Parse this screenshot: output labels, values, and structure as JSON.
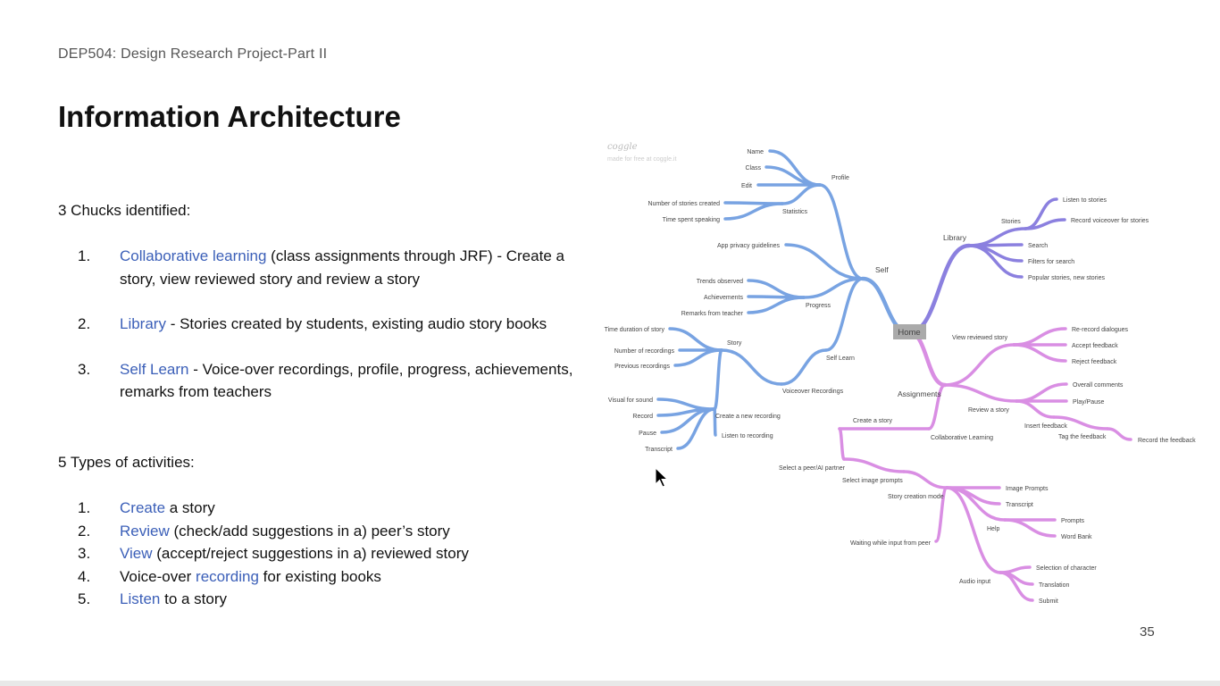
{
  "header": {
    "course": "DEP504: Design Research Project-Part II",
    "title": "Information Architecture"
  },
  "chunks": {
    "heading": "3 Chucks identified:",
    "items": [
      {
        "num": "1.",
        "highlight": "Collaborative learning",
        "rest": " (class assignments through JRF) - Create a story, view reviewed story and review a story"
      },
      {
        "num": "2.",
        "highlight": "Library",
        "rest": " - Stories created by students, existing audio story books"
      },
      {
        "num": "3.",
        "highlight": "Self Learn",
        "rest": " - Voice-over recordings, profile, progress, achievements, remarks from teachers"
      }
    ]
  },
  "activities": {
    "heading": "5 Types of activities:",
    "items": [
      {
        "num": "1.",
        "pre": "",
        "highlight": "Create",
        "rest": " a story"
      },
      {
        "num": "2.",
        "pre": "",
        "highlight": "Review",
        "rest": " (check/add suggestions in a) peer’s story"
      },
      {
        "num": "3.",
        "pre": "",
        "highlight": "View",
        "rest": " (accept/reject suggestions in a) reviewed story"
      },
      {
        "num": "4.",
        "pre": "Voice-over ",
        "highlight": "recording",
        "rest": " for existing books"
      },
      {
        "num": "5.",
        "pre": "",
        "highlight": "Listen",
        "rest": " to a story"
      }
    ]
  },
  "mindmap": {
    "watermark": "coggle",
    "watermark_sub": "made for free at coggle.it",
    "colors": {
      "blue": "#78a3e2",
      "purple": "#8b80df",
      "pink": "#d98ee3"
    },
    "nodes": {
      "home": "Home",
      "self": "Self",
      "profile": "Profile",
      "name": "Name",
      "class": "Class",
      "edit": "Edit",
      "statistics": "Statistics",
      "num_stories": "Number of stories created",
      "time_speaking": "Time spent speaking",
      "privacy": "App privacy guidelines",
      "progress": "Progress",
      "trends": "Trends observed",
      "achievements": "Achievements",
      "remarks": "Remarks from teacher",
      "self_learn": "Self Learn",
      "voiceover": "Voiceover Recordings",
      "story": "Story",
      "time_duration": "Time duration of story",
      "num_recordings": "Number of recordings",
      "prev_recordings": "Previous recordings",
      "new_recording": "Create a new recording",
      "visual": "Visual for sound",
      "record": "Record",
      "pause": "Pause",
      "transcript1": "Transcript",
      "listen_rec": "Listen to recording",
      "library": "Library",
      "stories": "Stories",
      "listen_stories": "Listen to stories",
      "record_vo": "Record voiceover for stories",
      "search": "Search",
      "filters": "Filters for search",
      "popular": "Popular stories, new stories",
      "assignments": "Assignments",
      "view_reviewed": "View reviewed story",
      "rerecord": "Re-record dialogues",
      "accept": "Accept feedback",
      "reject": "Reject feedback",
      "review": "Review a story",
      "overall": "Overall comments",
      "play": "Play/Pause",
      "insert": "Insert feedback",
      "tag": "Tag the feedback",
      "record_fb": "Record the feedback",
      "collab": "Collaborative Learning",
      "create": "Create a story",
      "select_peer": "Select a peer/AI partner",
      "select_img": "Select image prompts",
      "creation_mode": "Story creation mode",
      "img_prompts": "Image Prompts",
      "transcript2": "Transcript",
      "help": "Help",
      "prompts": "Prompts",
      "word_bank": "Word Bank",
      "waiting": "Waiting while input from peer",
      "audio": "Audio input",
      "sel_char": "Selection of character",
      "translation": "Translation",
      "submit": "Submit"
    }
  },
  "footer": {
    "page_number": "35"
  }
}
